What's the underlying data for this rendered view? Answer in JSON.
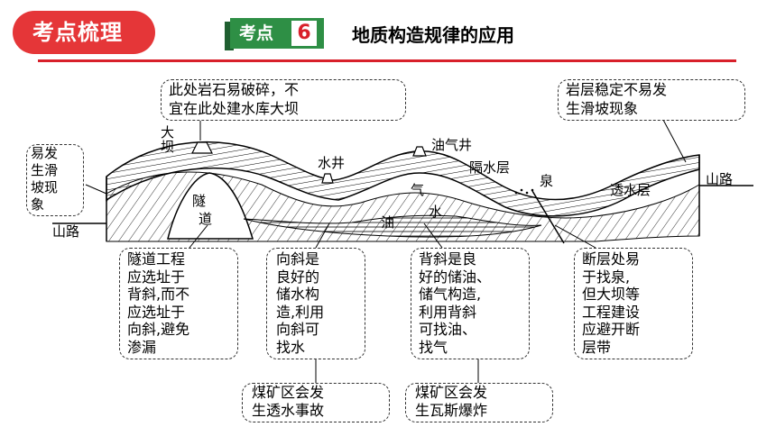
{
  "header": {
    "section_tag": "考点梳理",
    "badge_text": "考点",
    "badge_number": "6",
    "title": "地质构造规律的应用"
  },
  "diagram": {
    "labels": {
      "dam": "大坝",
      "tunnel": "隧道",
      "well": "水井",
      "oil_gas_well": "油气井",
      "aquiclude": "隔水层",
      "spring": "泉",
      "aquifer": "透水层",
      "mountain_road_left": "山路",
      "mountain_road_right": "山路",
      "gas": "气",
      "water": "水",
      "oil": "油"
    },
    "callouts": {
      "top_dam": [
        "此处岩石易破碎，不",
        "宜在此处建水库大坝"
      ],
      "top_right": [
        "岩层稳定不易发",
        "生滑坡现象"
      ],
      "left_side": [
        "易发",
        "生滑",
        "坡现",
        "象"
      ],
      "tunnel_note": [
        "隧道工程",
        "应选址于",
        "背斜,而不",
        "应选址于",
        "向斜,避免",
        "渗漏"
      ],
      "syncline_note": [
        "向斜是",
        "良好的",
        "储水构",
        "造,利用",
        "向斜可",
        "找水"
      ],
      "anticline_note": [
        "背斜是良",
        "好的储油、",
        "储气构造,",
        "利用背斜",
        "可找油、",
        "找气"
      ],
      "fault_note": [
        "断层处易",
        "于找泉,",
        "但大坝等",
        "工程建设",
        "应避开断",
        "层带"
      ],
      "coal_water": [
        "煤矿区会发",
        "生透水事故"
      ],
      "coal_gas": [
        "煤矿区会发",
        "生瓦斯爆炸"
      ]
    }
  }
}
